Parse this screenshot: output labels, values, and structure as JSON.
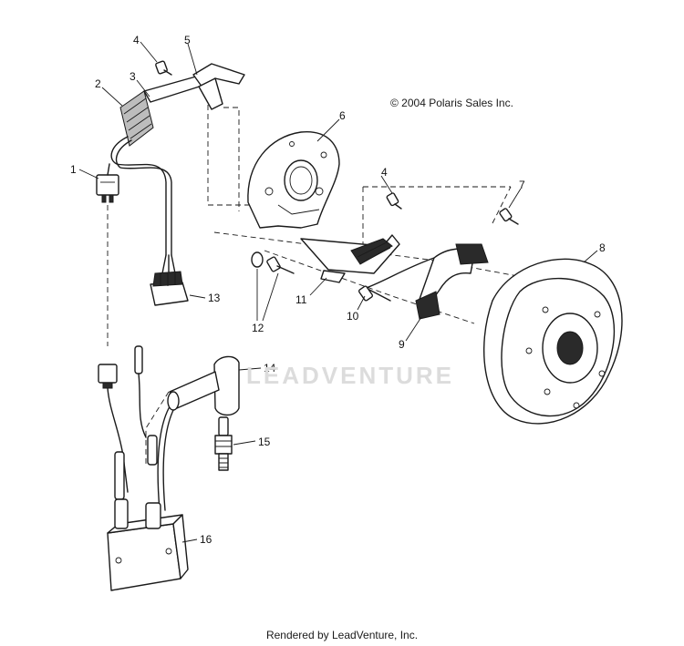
{
  "copyright": "© 2004 Polaris Sales Inc.",
  "footer": "Rendered by LeadVenture, Inc.",
  "watermark": "LEADVENTURE",
  "callouts": {
    "c1": "1",
    "c2": "2",
    "c3": "3",
    "c4a": "4",
    "c4b": "4",
    "c5": "5",
    "c6": "6",
    "c7": "7",
    "c8": "8",
    "c9": "9",
    "c10": "10",
    "c11": "11",
    "c12": "12",
    "c13": "13",
    "c14": "14",
    "c15": "15",
    "c16": "16"
  }
}
